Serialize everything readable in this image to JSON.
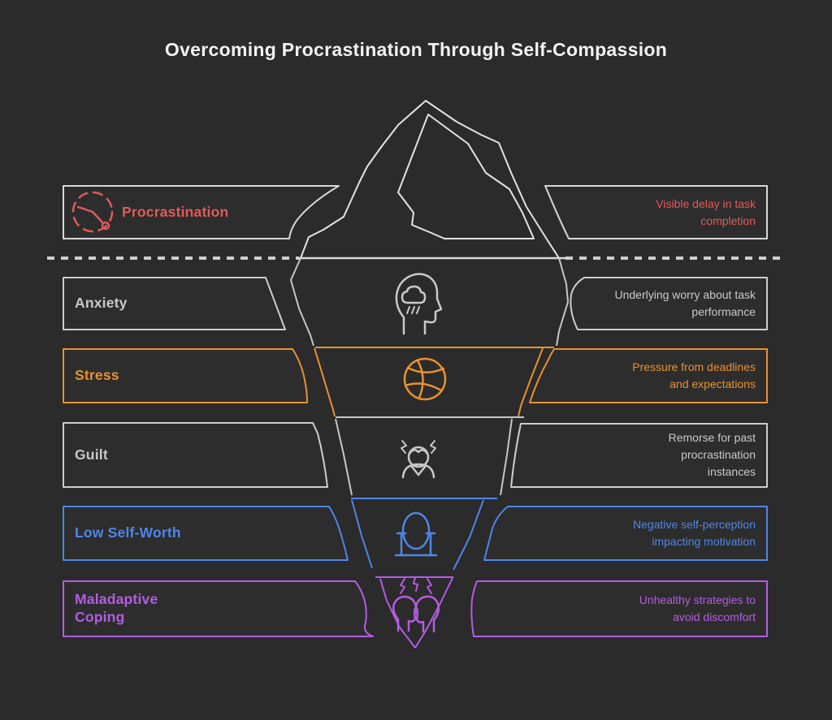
{
  "title": "Overcoming Procrastination Through Self-Compassion",
  "colors": {
    "background": "#2b2b2b",
    "iceberg_above_water": "#e3e3e3",
    "iceberg_below_water": "#c6c6c6",
    "waterline": "#cfcfcf",
    "red": "#df5b5b",
    "gray": "#c9c9c9",
    "orange": "#e8922f",
    "blue": "#4f86e8",
    "purple": "#b55ce3",
    "title_text": "#f2f2f2"
  },
  "rows": [
    {
      "label": "Procrastination",
      "description": "Visible delay in task completion",
      "color": "#df5b5b",
      "icon": "clock-delay-icon",
      "position": "above-waterline"
    },
    {
      "label": "Anxiety",
      "description": "Underlying worry about task performance",
      "color": "#c9c9c9",
      "icon": "head-rain-icon",
      "position": "below-waterline"
    },
    {
      "label": "Stress",
      "description": "Pressure from deadlines and expectations",
      "color": "#e8922f",
      "icon": "ball-icon",
      "position": "below-waterline"
    },
    {
      "label": "Guilt",
      "description": "Remorse for past procrastination instances",
      "color": "#c9c9c9",
      "icon": "stressed-person-icon",
      "position": "below-waterline"
    },
    {
      "label": "Low Self-Worth",
      "description": "Negative self-perception impacting motivation",
      "color": "#4f86e8",
      "icon": "mirror-icon",
      "position": "below-waterline"
    },
    {
      "label": "Maladaptive Coping",
      "description": "Unhealthy strategies to avoid discomfort",
      "color": "#b55ce3",
      "icon": "conflict-heads-icon",
      "position": "below-waterline"
    }
  ]
}
